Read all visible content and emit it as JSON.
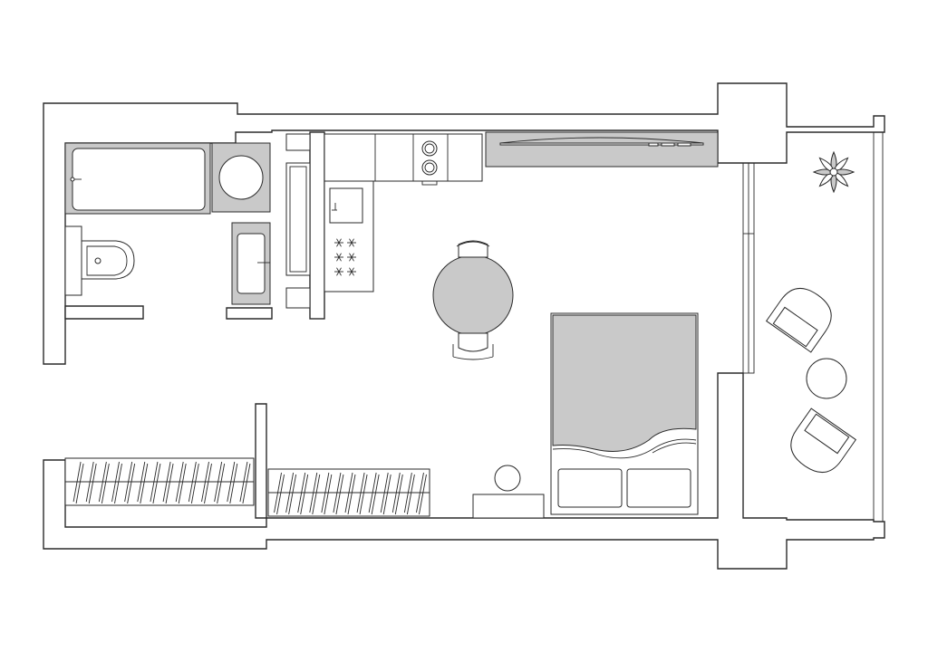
{
  "colors": {
    "background": "#ffffff",
    "wall_line": "#2a2a2a",
    "furniture_fill": "#c9c9c9"
  },
  "counts": {
    "hangers_left_wardrobe": 14,
    "hangers_right_wardrobe": 13,
    "stove_burners": 6,
    "balcony_chairs": 2
  },
  "icons": {
    "plant": "plant-icon",
    "burner": "burner-icon"
  }
}
